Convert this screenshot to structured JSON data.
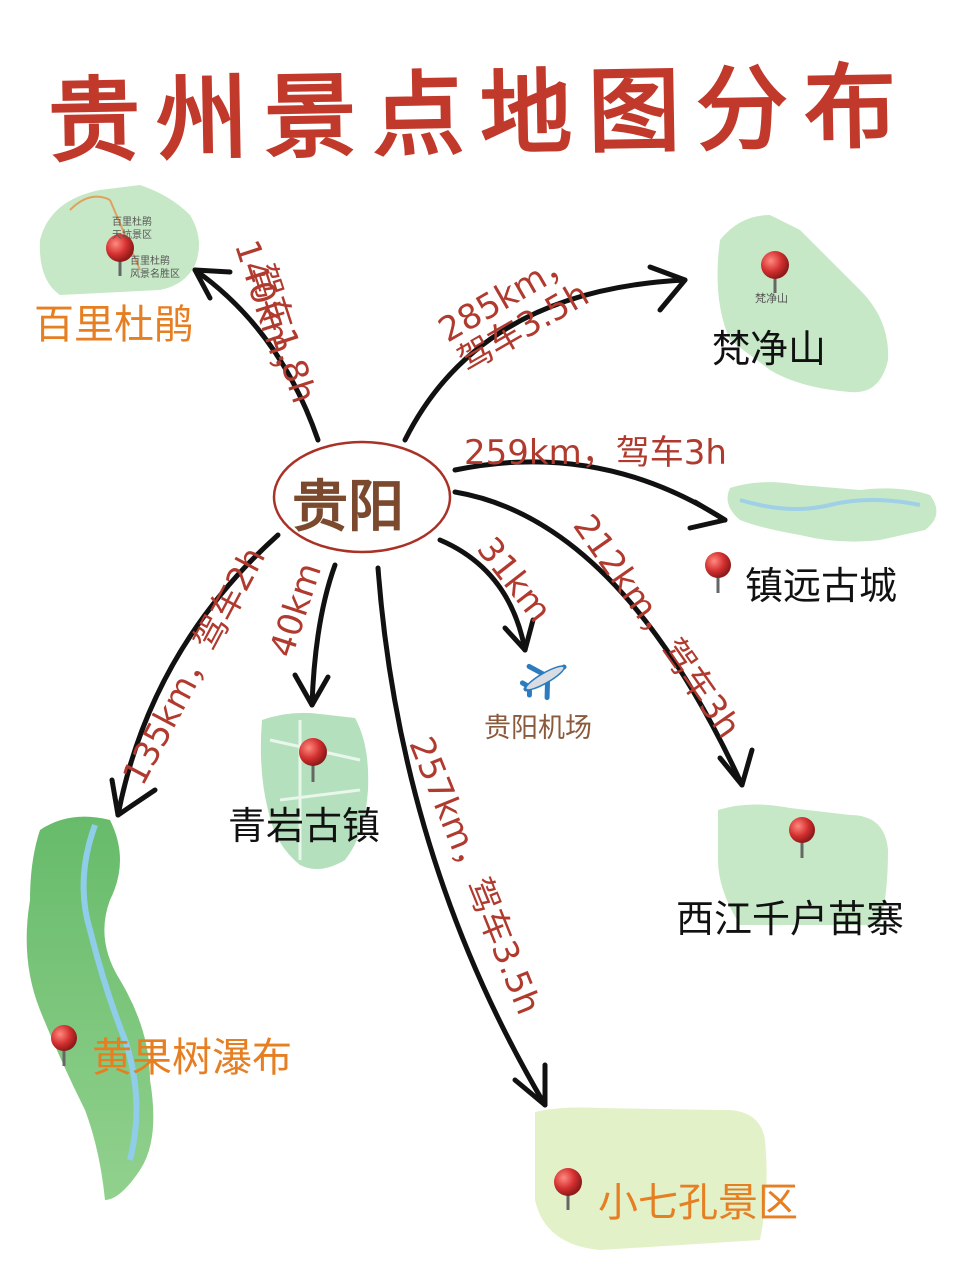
{
  "title": "贵州景点地图分布",
  "center": {
    "name": "贵阳"
  },
  "destinations": [
    {
      "name": "百里杜鹃",
      "distance": "140km，",
      "drive": "驾车1.8h"
    },
    {
      "name": "梵净山",
      "distance": "285km，",
      "drive": "驾车3.5h"
    },
    {
      "name": "镇远古城",
      "distance": "259km，驾车3h"
    },
    {
      "name": "西江千户苗寨",
      "distance": "212km，驾车3h"
    },
    {
      "name": "贵阳机场",
      "distance": "31km",
      "icon": "airplane-icon"
    },
    {
      "name": "青岩古镇",
      "distance": "40km"
    },
    {
      "name": "黄果树瀑布",
      "distance": "135km，驾车2h"
    },
    {
      "name": "小七孔景区",
      "distance": "257km，驾车3.5h"
    }
  ],
  "map_labels": {
    "baili_top": "百里杜鹃",
    "baili_top2": "天坑景区",
    "baili_bottom": "百里杜鹃",
    "baili_bottom2": "风景名胜区",
    "fanjing": "梵净山"
  },
  "colors": {
    "title": "#c0392b",
    "distance_text": "#b03a2e",
    "center_text": "#7b4a2e",
    "center_ring": "#a93226",
    "arrow": "#111111",
    "map_fill": "#bfe3c6",
    "highlight_label": "#e67e22"
  }
}
